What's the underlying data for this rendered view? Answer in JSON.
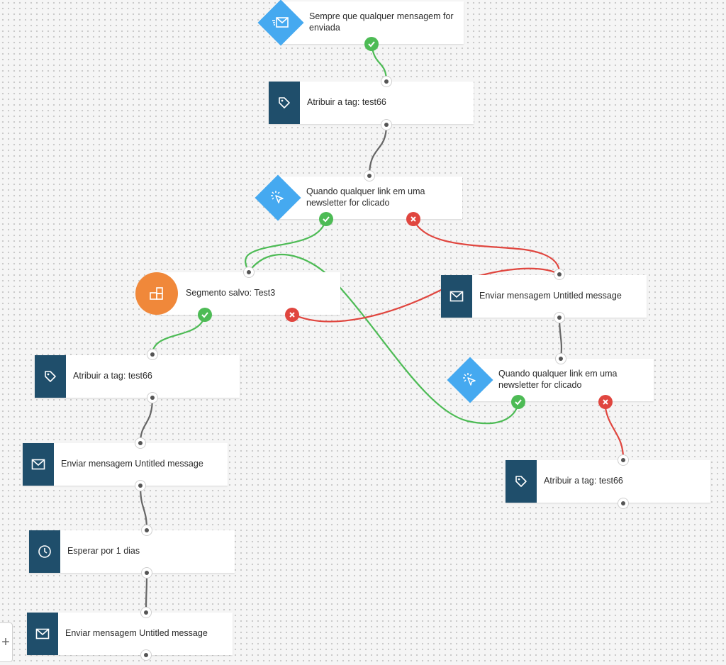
{
  "colors": {
    "yes_path": "#4dbb55",
    "no_path": "#e0463f",
    "neutral_path": "#666666",
    "action_icon_bg": "#1f4e6b",
    "trigger_bg": "#45a9f0",
    "segment_bg": "#f0883a"
  },
  "nodes": {
    "trigger_message_sent": {
      "icon": "message-send-icon",
      "label": "Sempre que qualquer mensagem for enviada"
    },
    "tag_1": {
      "icon": "tag-icon",
      "label": "Atribuir a tag: test66"
    },
    "trigger_link_1": {
      "icon": "cursor-click-icon",
      "label": "Quando qualquer link em uma newsletter for clicado"
    },
    "segment": {
      "icon": "segment-blocks-icon",
      "label": "Segmento salvo: Test3"
    },
    "send_right": {
      "icon": "envelope-icon",
      "label": "Enviar mensagem Untitled message"
    },
    "trigger_link_2": {
      "icon": "cursor-click-icon",
      "label": "Quando qualquer link em uma newsletter for clicado"
    },
    "tag_left": {
      "icon": "tag-icon",
      "label": "Atribuir a tag: test66"
    },
    "send_left_1": {
      "icon": "envelope-icon",
      "label": "Enviar mensagem Untitled message"
    },
    "tag_right": {
      "icon": "tag-icon",
      "label": "Atribuir a tag: test66"
    },
    "wait": {
      "icon": "clock-icon",
      "label": "Esperar por 1 dias"
    },
    "send_left_2": {
      "icon": "envelope-icon",
      "label": "Enviar mensagem Untitled message"
    }
  },
  "controls": {
    "zoom_in": "+"
  }
}
